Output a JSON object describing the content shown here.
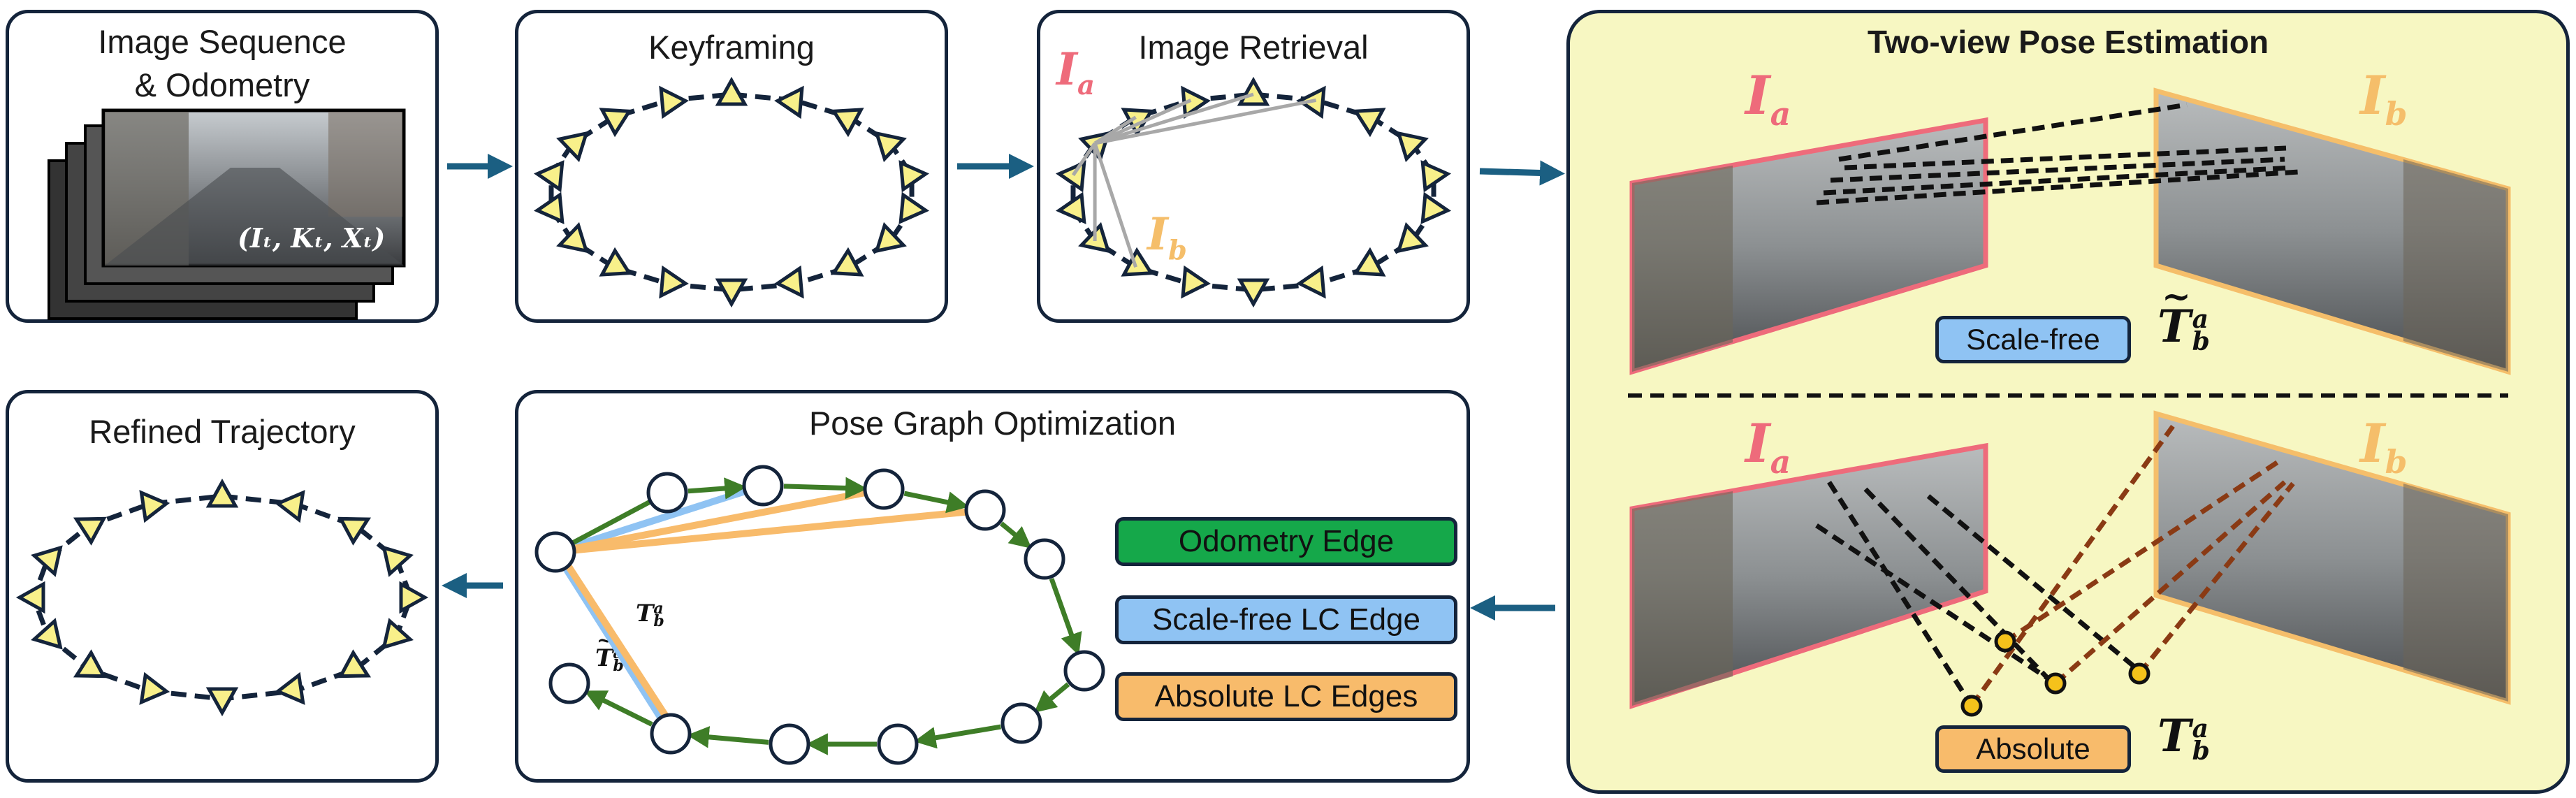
{
  "panels": {
    "sequence": {
      "title_line1": "Image Sequence",
      "title_line2": "& Odometry",
      "tuple": "(Iₜ, Kₜ, Xₜ)"
    },
    "keyframing": {
      "title": "Keyframing"
    },
    "retrieval": {
      "title": "Image Retrieval",
      "label_a": "I",
      "label_b": "I",
      "sub_a": "a",
      "sub_b": "b"
    },
    "twoview": {
      "title": "Two-view Pose Estimation",
      "label_a": "I",
      "label_b": "I",
      "sub_a": "a",
      "sub_b": "b",
      "scale_free_badge": "Scale-free",
      "absolute_badge": "Absolute",
      "t_tilde": "T",
      "t_abs": "T",
      "t_sup": "a",
      "t_sub": "b"
    },
    "pgo": {
      "title": "Pose Graph Optimization",
      "legend": [
        {
          "label": "Odometry Edge",
          "color": "#15a84a"
        },
        {
          "label": "Scale-free LC Edge",
          "color": "#8fc3f3"
        },
        {
          "label": "Absolute LC Edges",
          "color": "#f8bb6b"
        }
      ],
      "tb_label": "T",
      "tt_label": "T",
      "sup": "a",
      "sub": "b"
    },
    "refined": {
      "title": "Refined Trajectory"
    }
  },
  "colors": {
    "border": "#14243b",
    "arrow": "#1b5f82",
    "keyframe": "#f8f08a",
    "highlight_a": "#ee6b7b",
    "highlight_b": "#f5be6a",
    "twoview_bg": "#f7f7c2",
    "odometry_edge": "#3e7d27"
  }
}
